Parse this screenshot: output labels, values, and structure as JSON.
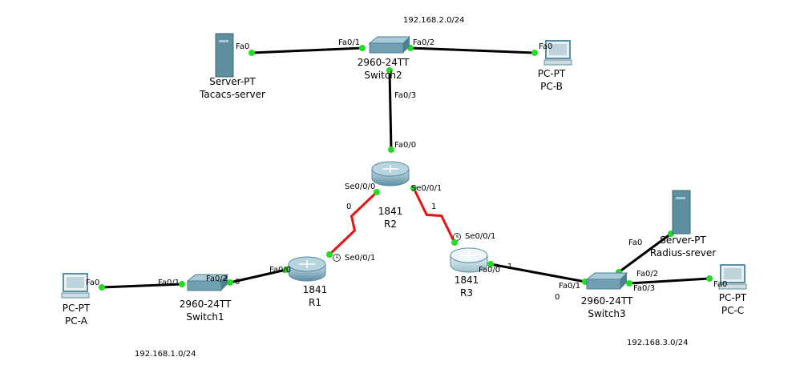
{
  "networks": [
    "192.168.2.0/24",
    "192.168.1.0/24",
    "192.168.3.0/24"
  ],
  "devices": {
    "tacacs": {
      "model": "Server-PT",
      "name": "Tacacs-server",
      "type": "server"
    },
    "switch2": {
      "model": "2960-24TT",
      "name": "Switch2",
      "type": "switch"
    },
    "pcb": {
      "model": "PC-PT",
      "name": "PC-B",
      "type": "pc"
    },
    "r2": {
      "model": "1841",
      "name": "R2",
      "type": "router"
    },
    "r1": {
      "model": "1841",
      "name": "R1",
      "type": "router"
    },
    "r3": {
      "model": "1841",
      "name": "R3",
      "type": "router"
    },
    "switch1": {
      "model": "2960-24TT",
      "name": "Switch1",
      "type": "switch"
    },
    "pca": {
      "model": "PC-PT",
      "name": "PC-A",
      "type": "pc"
    },
    "switch3": {
      "model": "2960-24TT",
      "name": "Switch3",
      "type": "switch"
    },
    "radius": {
      "model": "Server-PT",
      "name": "Radius-srever",
      "type": "server"
    },
    "pcc": {
      "model": "PC-PT",
      "name": "PC-C",
      "type": "pc"
    }
  },
  "links": [
    {
      "a": "tacacs",
      "a_port": "Fa0",
      "b": "switch2",
      "b_port": "Fa0/1",
      "kind": "ethernet"
    },
    {
      "a": "switch2",
      "a_port": "Fa0/2",
      "b": "pcb",
      "b_port": "Fa0",
      "kind": "ethernet"
    },
    {
      "a": "switch2",
      "a_port": "Fa0/3",
      "b": "r2",
      "b_port": "Fa0/0",
      "kind": "ethernet"
    },
    {
      "a": "r2",
      "a_port": "Se0/0/0",
      "b": "r1",
      "b_port": "Se0/0/1",
      "kind": "serial",
      "mid_label": "0",
      "clock": "r1"
    },
    {
      "a": "r2",
      "a_port": "Se0/0/1",
      "b": "r3",
      "b_port": "Se0/0/1",
      "kind": "serial",
      "mid_label": "1",
      "clock": "r3"
    },
    {
      "a": "r1",
      "a_port": "Fa0/0",
      "b": "switch1",
      "b_port": "Fa0/2",
      "kind": "ethernet",
      "mid_label": "0"
    },
    {
      "a": "switch1",
      "a_port": "Fa0/1",
      "b": "pca",
      "b_port": "Fa0",
      "kind": "ethernet"
    },
    {
      "a": "r3",
      "a_port": "Fa0/0",
      "b": "switch3",
      "b_port": "Fa0/1",
      "kind": "ethernet",
      "mid_label": "1",
      "extra_label": "0"
    },
    {
      "a": "switch3",
      "a_port": "Fa0/2",
      "b": "radius",
      "b_port": "Fa0",
      "kind": "ethernet"
    },
    {
      "a": "switch3",
      "a_port": "Fa0/3",
      "b": "pcc",
      "b_port": "Fa0",
      "kind": "ethernet"
    }
  ],
  "colors": {
    "ethernet": "#000000",
    "serial": "#ee1111",
    "link_up": "#22dd22"
  }
}
